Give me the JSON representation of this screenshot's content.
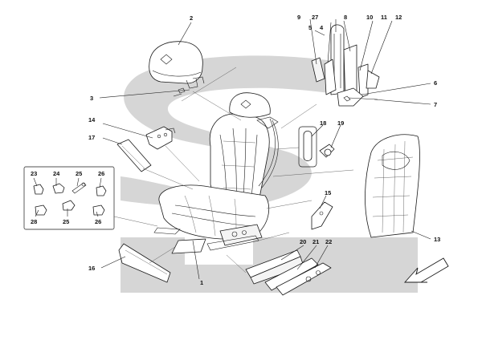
{
  "watermark": {
    "color": "#d6d6d6",
    "shape": "ferrari-s-logo"
  },
  "callouts": {
    "c1": "1",
    "c2": "2",
    "c3": "3",
    "c4": "4",
    "c5": "5",
    "c6": "6",
    "c7": "7",
    "c8": "8",
    "c9": "9",
    "c10": "10",
    "c11": "11",
    "c12": "12",
    "c13": "13",
    "c14": "14",
    "c15": "15",
    "c16": "16",
    "c17": "17",
    "c18": "18",
    "c19": "19",
    "c20": "20",
    "c21": "21",
    "c22": "22",
    "c23": "23",
    "c24": "24",
    "c25a": "25",
    "c25b": "25",
    "c26a": "26",
    "c26b": "26",
    "c27": "27",
    "c28": "28"
  },
  "icons": {
    "arrow": "direction-arrow-icon"
  }
}
